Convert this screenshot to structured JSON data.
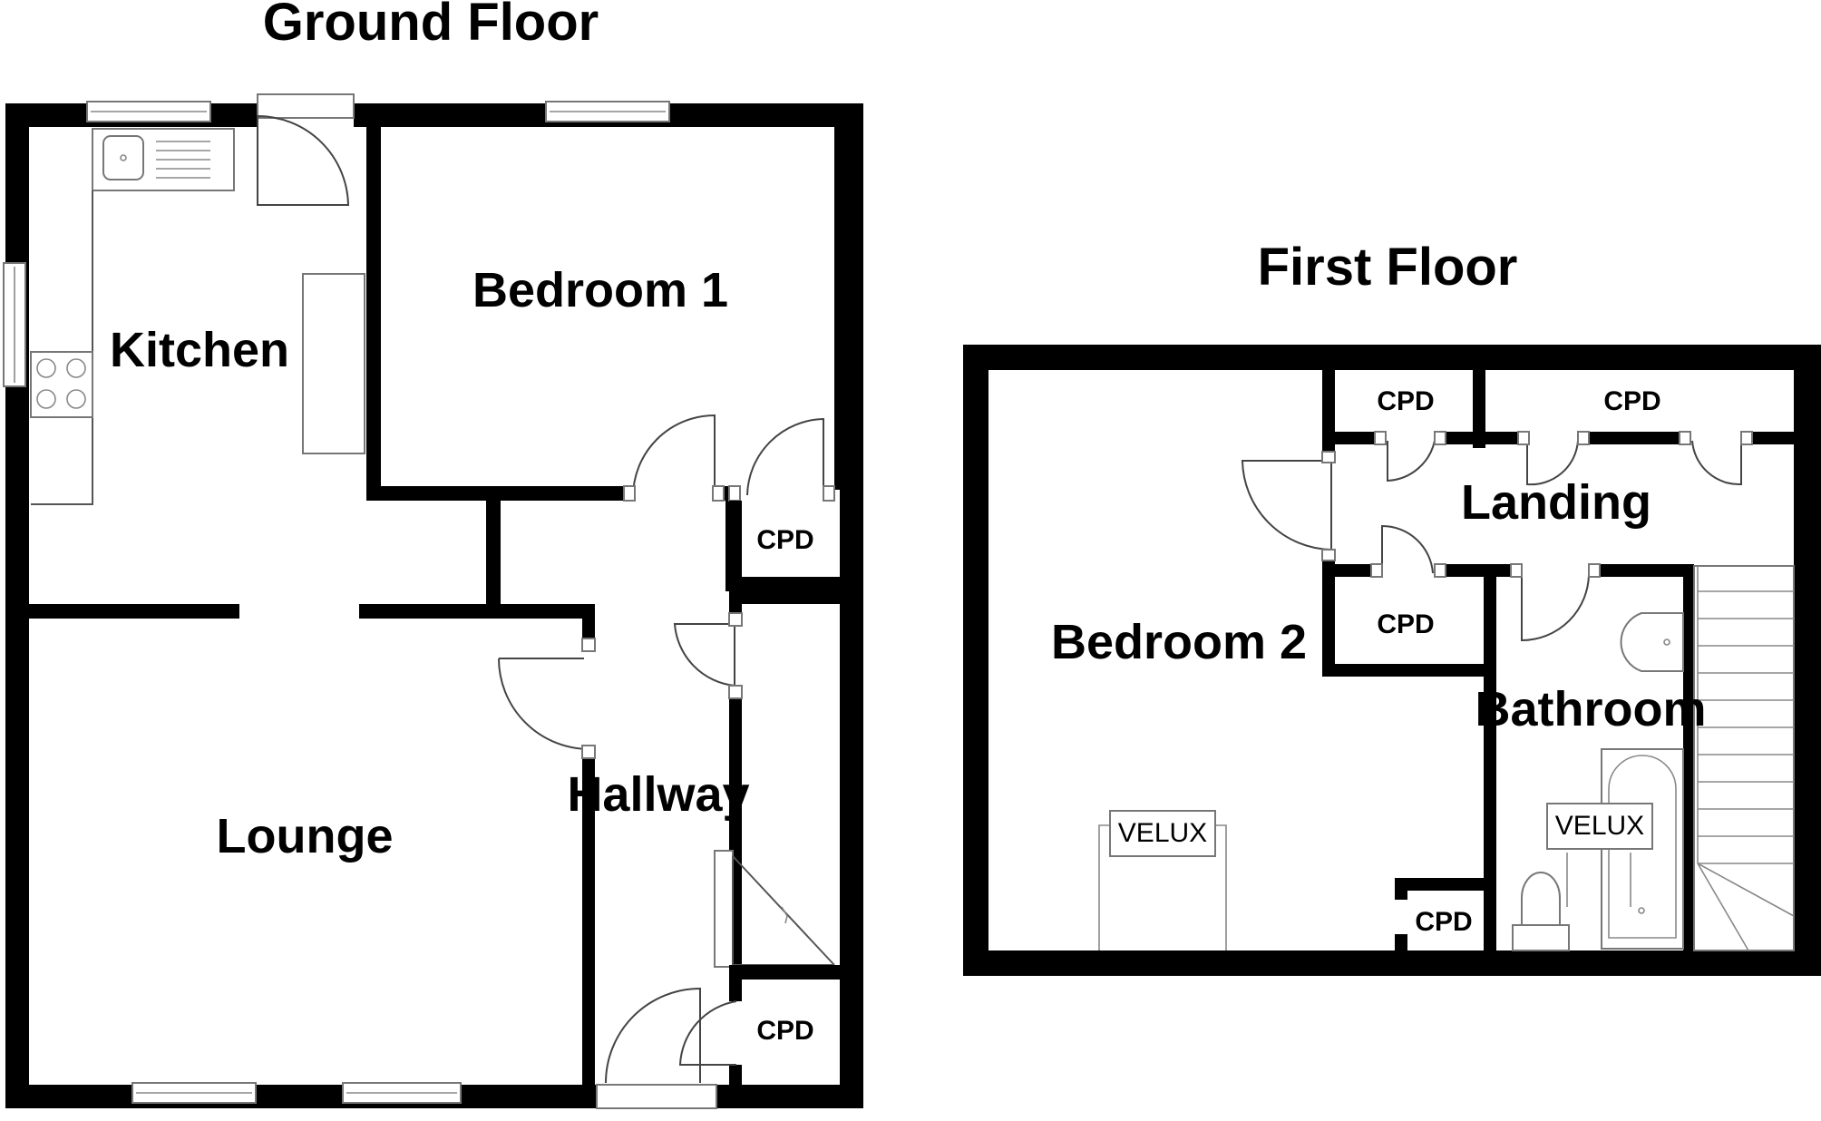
{
  "ground_floor": {
    "title": "Ground Floor",
    "rooms": {
      "kitchen": "Kitchen",
      "bedroom1": "Bedroom 1",
      "lounge": "Lounge",
      "hallway": "Hallway"
    },
    "cupboards": [
      "CPD",
      "CPD"
    ]
  },
  "first_floor": {
    "title": "First Floor",
    "rooms": {
      "bedroom2": "Bedroom 2",
      "landing": "Landing",
      "bathroom": "Bathroom"
    },
    "cupboards": [
      "CPD",
      "CPD",
      "CPD",
      "CPD"
    ],
    "velux": [
      "VELUX",
      "VELUX"
    ]
  }
}
